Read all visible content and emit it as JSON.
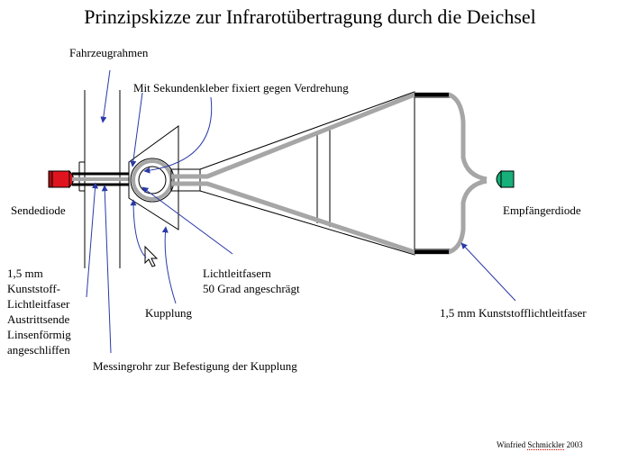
{
  "title": "Prinzipskizze zur Infrarotübertragung durch die Deichsel",
  "labels": {
    "fahrzeugrahmen": "Fahrzeugrahmen",
    "sekundenkleber": "Mit Sekundenkleber fixiert gegen Verdrehung",
    "sendediode": "Sendediode",
    "empfaengerdiode": "Empfängerdiode",
    "faser_left": [
      "1,5 mm",
      "Kunststoff-",
      "Lichtleitfaser",
      "Austrittsende",
      "Linsenförmig",
      "angeschliffen"
    ],
    "lichtleitfasern": [
      "Lichtleitfasern",
      "50 Grad angeschrägt"
    ],
    "kupplung": "Kupplung",
    "kunststofflichtleitfaser": "1,5 mm Kunststofflichtleitfaser",
    "messingrohr": "Messingrohr zur Befestigung der Kupplung"
  },
  "author": {
    "first": "Winfried",
    "last": "Schmickler",
    "year": "2003"
  },
  "colors": {
    "send_diode": "#e0141e",
    "receive_diode": "#17b07a",
    "fiber": "#a6a6a6",
    "arrow": "#2a3aa8"
  }
}
